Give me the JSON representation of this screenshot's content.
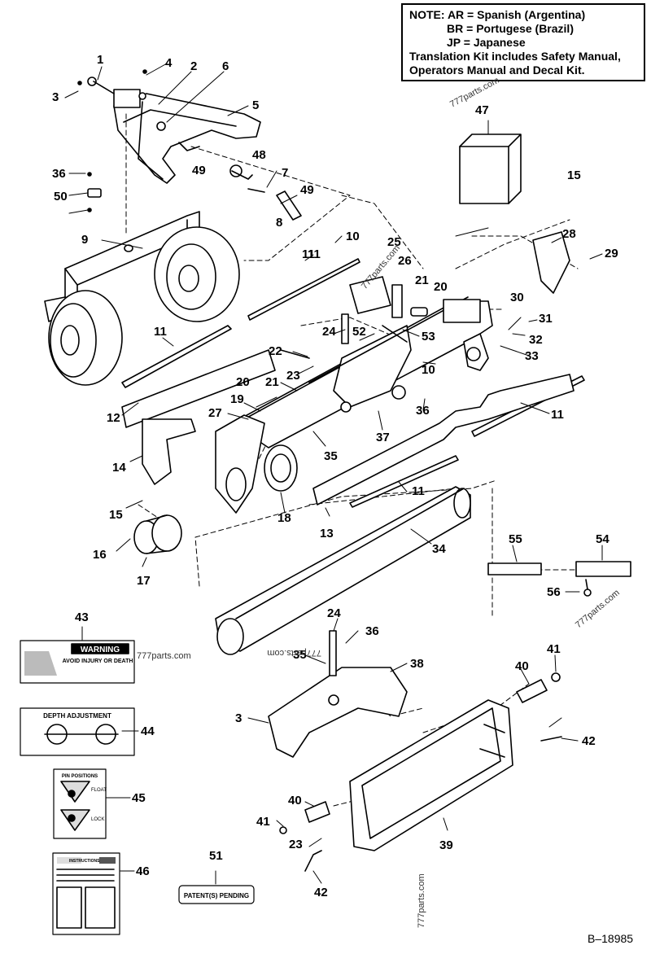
{
  "note": {
    "heading": "NOTE:",
    "rows": [
      {
        "code": "AR =",
        "lang": "Spanish (Argentina)"
      },
      {
        "code": "BR =",
        "lang": "Portugese (Brazil)"
      },
      {
        "code": "JP =",
        "lang": "Japanese"
      }
    ],
    "line1": "Translation Kit includes Safety Manual,",
    "line2": "Operators Manual and Decal Kit."
  },
  "callouts": [
    "1",
    "2",
    "3",
    "4",
    "5",
    "6",
    "7",
    "8",
    "9",
    "10",
    "11",
    "12",
    "13",
    "14",
    "15",
    "16",
    "17",
    "18",
    "19",
    "20",
    "21",
    "22",
    "23",
    "24",
    "25",
    "26",
    "27",
    "28",
    "29",
    "30",
    "31",
    "32",
    "33",
    "34",
    "35",
    "36",
    "37",
    "38",
    "39",
    "40",
    "41",
    "42",
    "43",
    "44",
    "45",
    "46",
    "47",
    "48",
    "49",
    "50",
    "51",
    "52",
    "53",
    "54",
    "55",
    "56",
    "3",
    "10",
    "11",
    "11",
    "11",
    "11",
    "15",
    "20",
    "21",
    "23",
    "24",
    "35",
    "36",
    "36",
    "40",
    "41",
    "42",
    "49"
  ],
  "watermarks": [
    "777parts.com",
    "777parts.com",
    "777parts.com",
    "777parts.com",
    "777parts.com",
    "777parts.com"
  ],
  "decals": {
    "warning_title": "WARNING",
    "warning_sub": "AVOID INJURY OR DEATH",
    "depth_title": "DEPTH ADJUSTMENT",
    "pin_title": "PIN POSITIONS",
    "pin_float": "FLOAT",
    "pin_lock": "LOCK",
    "instructions_title": "INSTRUCTIONS",
    "patent": "PATENT(S) PENDING"
  },
  "figure_id": "B–18985"
}
